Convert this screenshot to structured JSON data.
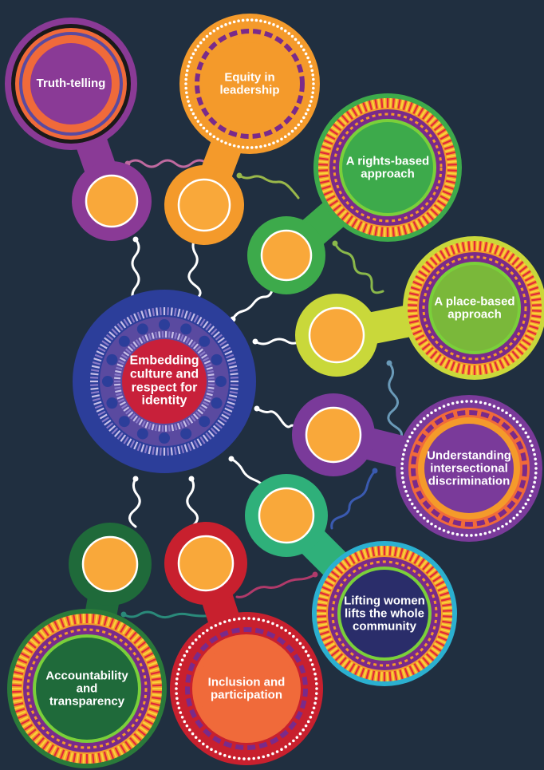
{
  "nodes": {
    "truth": {
      "label": "Truth-telling",
      "ring_outer": "#8a3a96",
      "ring": "#1a1a1a",
      "inner": "#f06a3a",
      "core": "#8a3a96",
      "pattern": "rings"
    },
    "equity": {
      "label": "Equity in\nleadership",
      "ring_outer": "#f49a2b",
      "ring": "#f49a2b",
      "inner": "#f49a2b",
      "core": "#f49a2b",
      "pattern": "dots"
    },
    "rights": {
      "label": "A rights-based\napproach",
      "ring_outer": "#3daa4b",
      "ring": "#e0283a",
      "inner": "#7a2a8a",
      "core": "#3daa4b",
      "pattern": "fringe"
    },
    "place": {
      "label": "A place-based\napproach",
      "ring_outer": "#c9d83a",
      "ring": "#e0283a",
      "inner": "#7a2a8a",
      "core": "#7ab83a",
      "pattern": "fringe"
    },
    "intersectional": {
      "label": "Understanding\nintersectional\ndiscrimination",
      "ring_outer": "#7a3a9a",
      "ring": "#f06a3a",
      "inner": "#f49a2b",
      "core": "#7a3a9a",
      "pattern": "dots"
    },
    "lifting": {
      "label": "Lifting women\nlifts the whole\ncommunity",
      "ring_outer": "#2bb0d0",
      "ring": "#e0283a",
      "inner": "#7a2a8a",
      "core": "#2a2d6a",
      "pattern": "fringe"
    },
    "inclusion": {
      "label": "Inclusion and\nparticipation",
      "ring_outer": "#c8202e",
      "ring": "#c8202e",
      "inner": "#f06a3a",
      "core": "#f06a3a",
      "pattern": "dots"
    },
    "accountability": {
      "label": "Accountability\nand\ntransparency",
      "ring_outer": "#2a7a3a",
      "ring": "#e0283a",
      "inner": "#7a2a8a",
      "core": "#1f6a3a",
      "pattern": "fringe"
    },
    "center": {
      "label": "Embedding\nculture and\nrespect for\nidentity",
      "ring_outer": "#2c3e9a",
      "ring": "#6a4aa0",
      "inner": "#2c3e9a",
      "core": "#c8203a",
      "pattern": "center"
    }
  },
  "connectors": {
    "truth": "#8a3a96",
    "equity": "#f49a2b",
    "rights": "#3daa4b",
    "place": "#c9d83a",
    "intersectional": "#7a3a9a",
    "lifting": "#2fb07a",
    "inclusion": "#c8202e",
    "accountability": "#1f6a3a"
  },
  "colors": {
    "background": "#202f40",
    "knob": "#f9a83a",
    "squiggle": "#ffffff"
  }
}
